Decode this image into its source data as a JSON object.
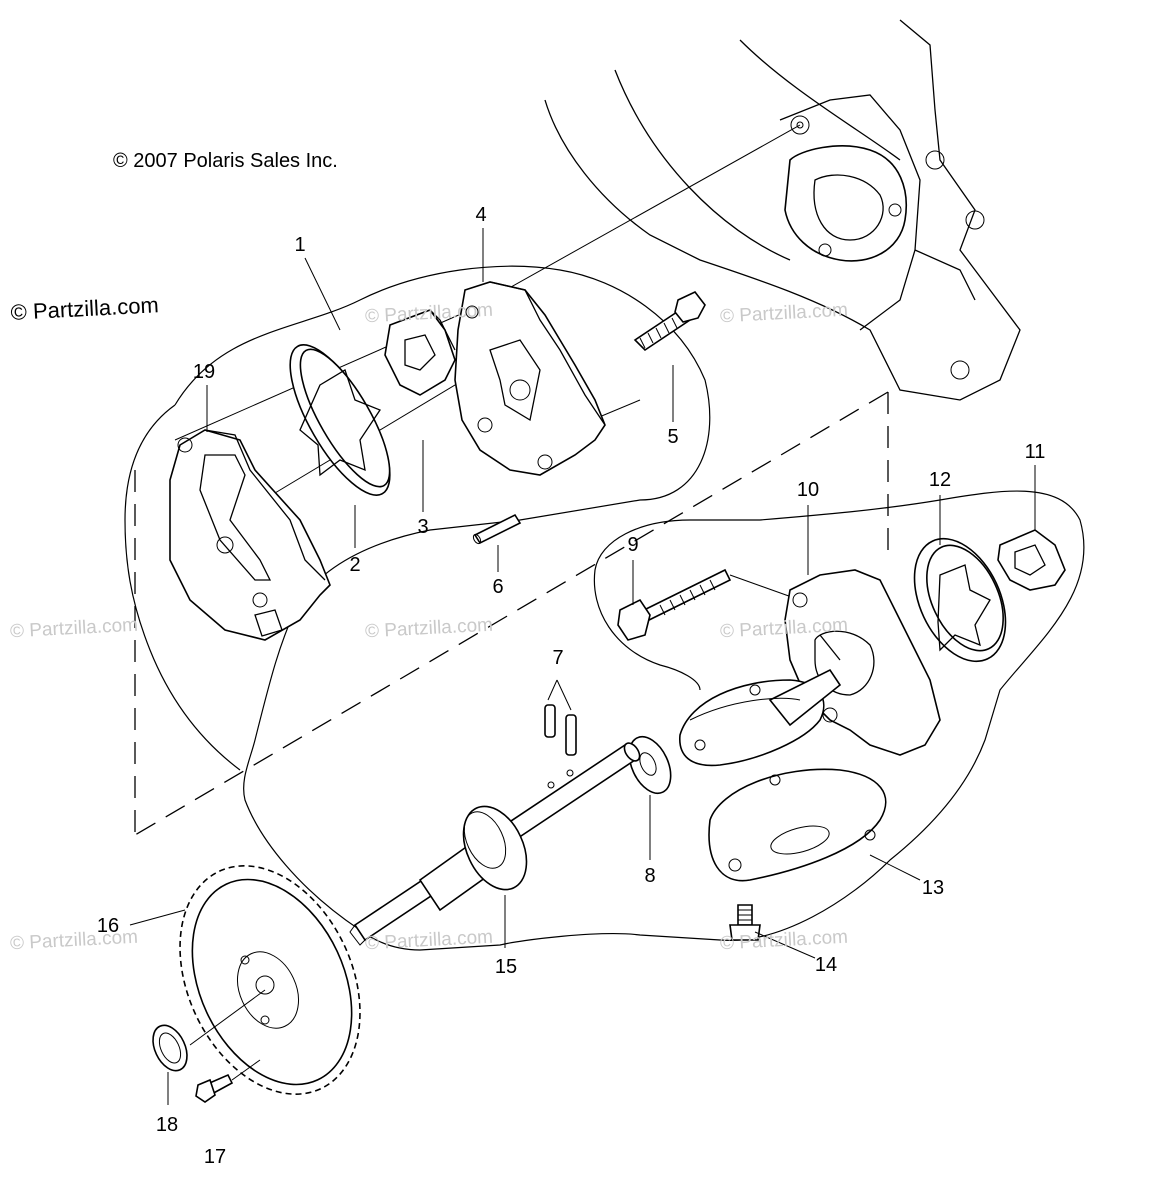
{
  "copyright": "© 2007 Polaris Sales Inc.",
  "brand_mark": "© Partzilla.com",
  "watermark": "© Partzilla.com",
  "callouts": [
    "1",
    "2",
    "3",
    "4",
    "5",
    "6",
    "7",
    "8",
    "9",
    "10",
    "11",
    "12",
    "13",
    "14",
    "15",
    "16",
    "17",
    "18",
    "19"
  ]
}
